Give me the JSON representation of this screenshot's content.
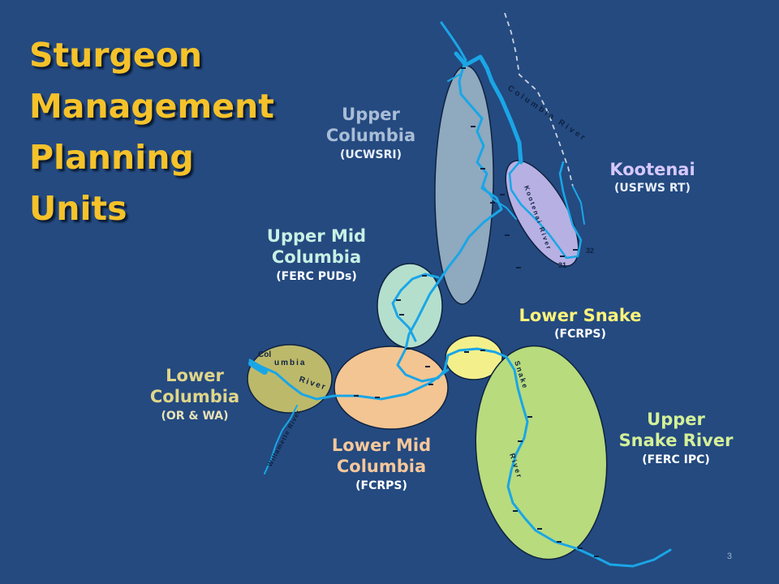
{
  "title": {
    "line1": "Sturgeon",
    "line2": "Management",
    "line3": "Planning",
    "line4": "Units"
  },
  "units": {
    "upper_columbia": {
      "name_1": "Upper",
      "name_2": "Columbia",
      "agency": "(UCWSRI)",
      "color": "#8fa9bf"
    },
    "kootenai": {
      "name_1": "Kootenai",
      "agency": "(USFWS RT)",
      "color": "#b7b0e3"
    },
    "upper_mid_columbia": {
      "name_1": "Upper Mid",
      "name_2": "Columbia",
      "agency": "(FERC PUDs)",
      "color": "#b5dfcd"
    },
    "lower_snake": {
      "name_1": "Lower Snake",
      "agency": "(FCRPS)",
      "color": "#f3f08c"
    },
    "lower_columbia": {
      "name_1": "Lower",
      "name_2": "Columbia",
      "agency": "(OR & WA)",
      "color": "#bdb96a"
    },
    "lower_mid_columbia": {
      "name_1": "Lower Mid",
      "name_2": "Columbia",
      "agency": "(FCRPS)",
      "color": "#f3c592"
    },
    "upper_snake": {
      "name_1": "Upper",
      "name_2": "Snake River",
      "agency": "(FERC IPC)",
      "color": "#b8db7d"
    }
  },
  "river_labels": {
    "columbia_north": "Columbia River",
    "kootenai_river": "Kootenai River",
    "columbia_south_a": "Col",
    "columbia_south_b": "umbia",
    "columbia_south_c": "River",
    "willamette": "Willamette River",
    "snake_a": "Snake",
    "snake_b": "River"
  },
  "dam_numbers": {
    "n31": "31",
    "n32": "32"
  },
  "page_number": "3"
}
